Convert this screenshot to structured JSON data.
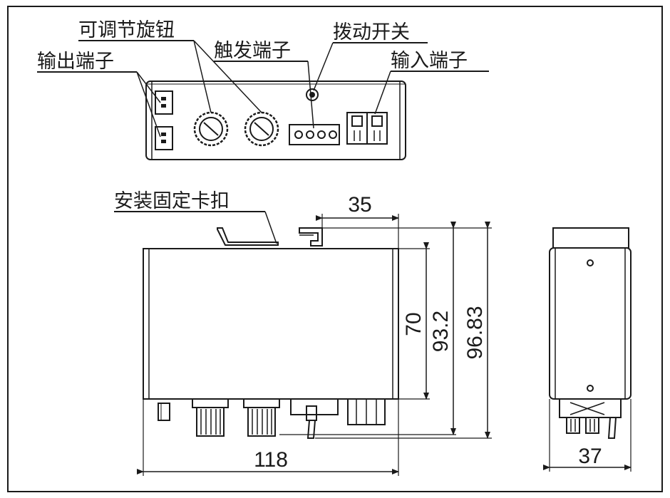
{
  "labels": {
    "adjust_knob": "可调节旋钮",
    "dip_switch": "拨动开关",
    "trigger_terminal": "触发端子",
    "output_terminal": "输出端子",
    "input_terminal": "输入端子",
    "mount_clip": "安装固定卡扣"
  },
  "dimensions": {
    "clip_offset": "35",
    "height_inner": "70",
    "height_mid": "93.2",
    "height_total": "96.83",
    "length": "118",
    "width": "37"
  }
}
